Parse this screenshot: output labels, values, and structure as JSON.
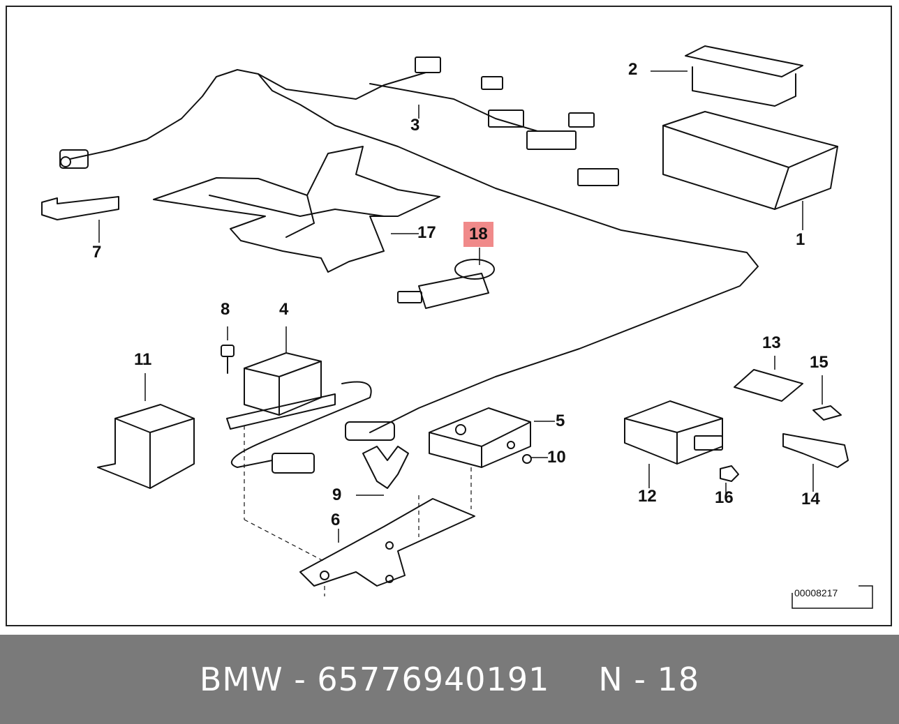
{
  "diagram": {
    "callouts": [
      {
        "id": "1",
        "label": "1"
      },
      {
        "id": "2",
        "label": "2"
      },
      {
        "id": "3",
        "label": "3"
      },
      {
        "id": "4",
        "label": "4"
      },
      {
        "id": "5",
        "label": "5"
      },
      {
        "id": "6",
        "label": "6"
      },
      {
        "id": "7",
        "label": "7"
      },
      {
        "id": "8",
        "label": "8"
      },
      {
        "id": "9",
        "label": "9"
      },
      {
        "id": "10",
        "label": "10"
      },
      {
        "id": "11",
        "label": "11"
      },
      {
        "id": "12",
        "label": "12"
      },
      {
        "id": "13",
        "label": "13"
      },
      {
        "id": "14",
        "label": "14"
      },
      {
        "id": "15",
        "label": "15"
      },
      {
        "id": "16",
        "label": "16"
      },
      {
        "id": "17",
        "label": "17"
      },
      {
        "id": "18",
        "label": "18"
      }
    ],
    "highlight_color": "#f08a8a",
    "reference_code": "00008217"
  },
  "footer": {
    "part_text": "BMW - 65776940191",
    "position_text": "N - 18",
    "background": "#7a7a7a"
  }
}
